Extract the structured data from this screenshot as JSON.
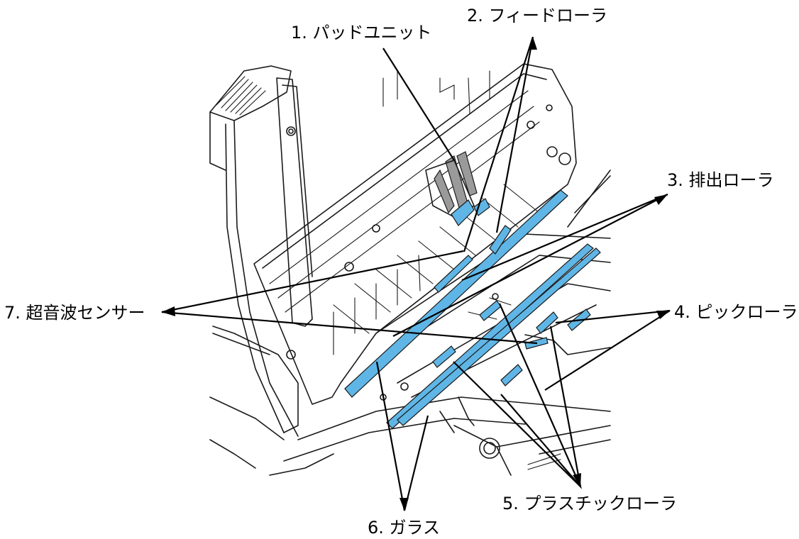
{
  "diagram": {
    "labels": {
      "pad_unit": "1. パッドユニット",
      "feed_roller": "2. フィードローラ",
      "exit_roller": "3. 排出ローラ",
      "pick_roller": "4. ピックローラ",
      "plastic_roller": "5. プラスチックローラ",
      "glass": "6. ガラス",
      "ultrasonic_sensor": "7. 超音波センサー"
    },
    "colors": {
      "highlight": "#5fb6e6",
      "line": "#000000",
      "background": "#ffffff",
      "gray_part": "#9a9a9a"
    }
  }
}
